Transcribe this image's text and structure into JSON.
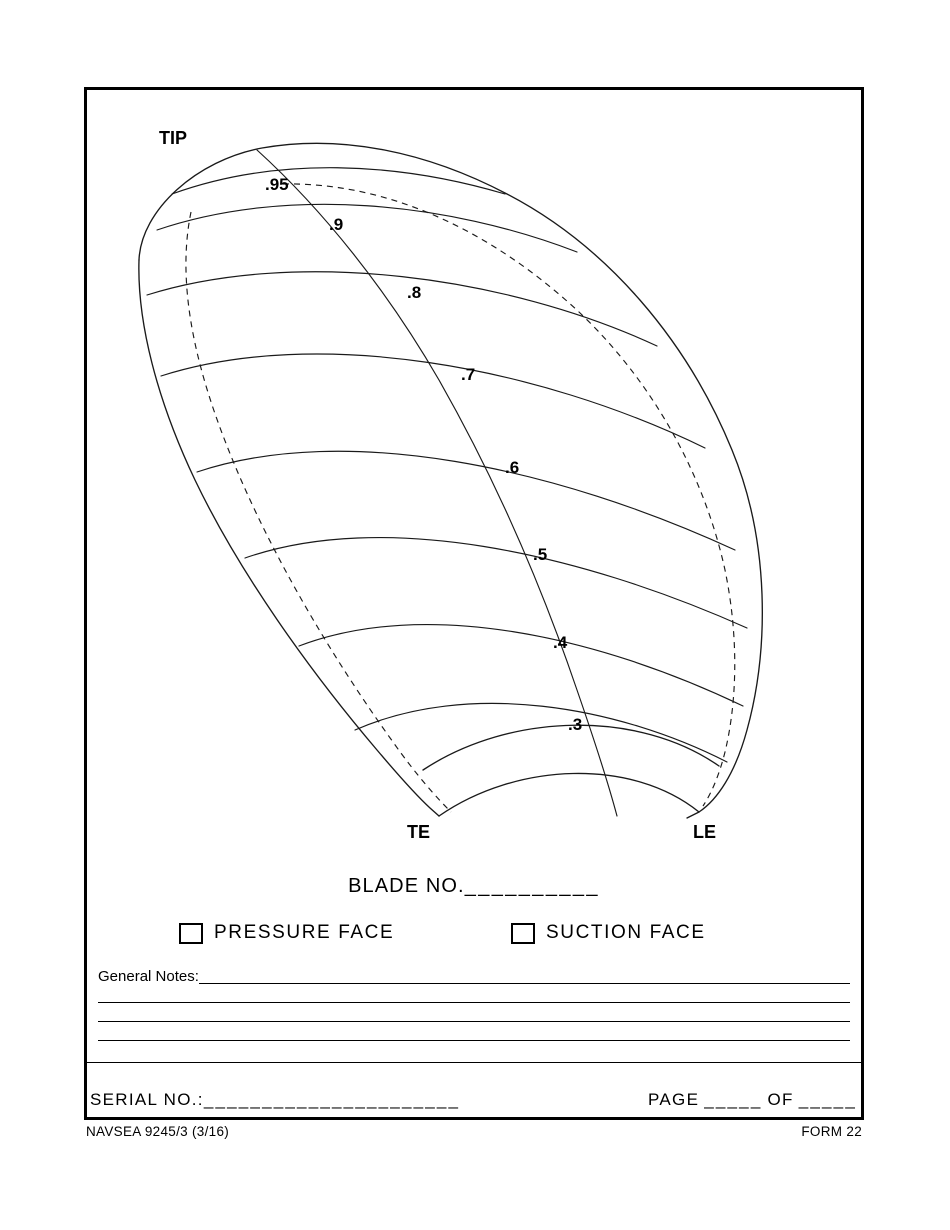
{
  "form": {
    "code": "NAVSEA 9245/3 (3/16)",
    "number": "FORM 22"
  },
  "diagram": {
    "title": "propeller-blade-outline",
    "tip_label": "TIP",
    "trailing_edge_label": "TE",
    "leading_edge_label": "LE",
    "station_labels": [
      {
        "id": "r95",
        "text": ".95"
      },
      {
        "id": "r90",
        "text": ".9"
      },
      {
        "id": "r80",
        "text": ".8"
      },
      {
        "id": "r70",
        "text": ".7"
      },
      {
        "id": "r60",
        "text": ".6"
      },
      {
        "id": "r50",
        "text": ".5"
      },
      {
        "id": "r40",
        "text": ".4"
      },
      {
        "id": "r30",
        "text": ".3"
      }
    ]
  },
  "blade_no": {
    "label": "BLADE NO.",
    "blank": "__________"
  },
  "faces": [
    {
      "id": "pressure",
      "label": "PRESSURE FACE",
      "checked": false
    },
    {
      "id": "suction",
      "label": "SUCTION FACE",
      "checked": false
    }
  ],
  "notes": {
    "label": "General Notes:",
    "value": "",
    "placeholder": "",
    "extra_line_count": 3
  },
  "serial": {
    "label": "SERIAL NO.:",
    "blank": "______________________",
    "value": ""
  },
  "page": {
    "prefix": "PAGE",
    "blank_a": "_____",
    "connector": "OF",
    "blank_b": "_____"
  },
  "colors": {
    "ink": "#000000",
    "line": "#1a1a1a",
    "paper": "#ffffff"
  }
}
